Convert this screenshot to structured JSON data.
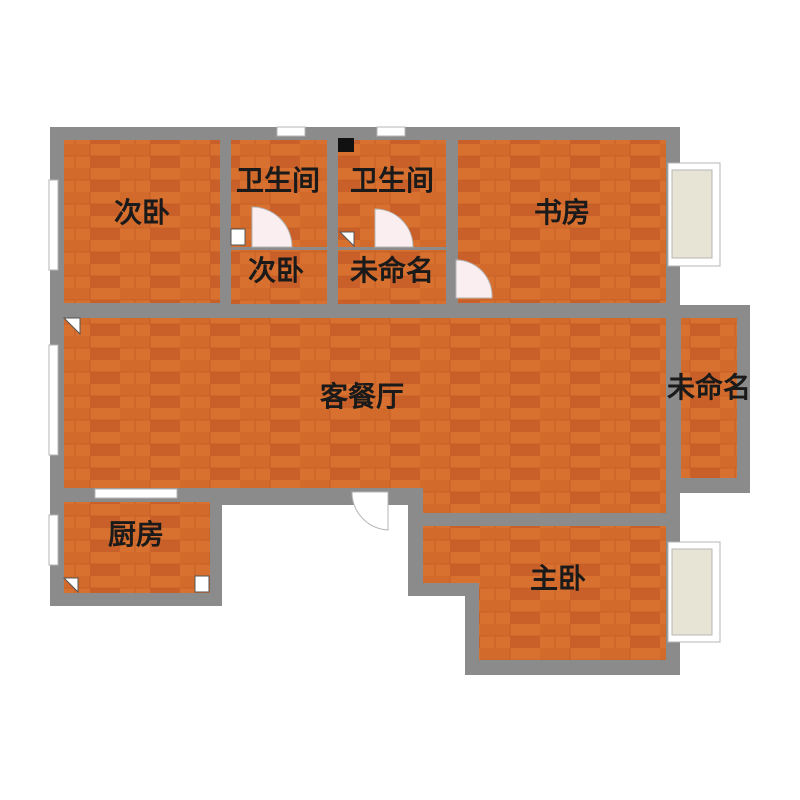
{
  "colors": {
    "wall": "#8b8b8b",
    "floor": "#d8702f",
    "floor_alt": "#c9602a",
    "window_fill": "#ffffff",
    "balcony_fill": "#e7e4d5",
    "door_fill": "#fbeef0",
    "label": "#1a1a1a",
    "fixture": "#111111"
  },
  "rooms": {
    "bedroom_nw": "次卧",
    "bath_left": "卫生间",
    "bath_right": "卫生间",
    "bedroom_small": "次卧",
    "unnamed_center": "未命名",
    "study": "书房",
    "living_dining": "客餐厅",
    "unnamed_east": "未命名",
    "kitchen": "厨房",
    "master_bedroom": "主卧"
  }
}
